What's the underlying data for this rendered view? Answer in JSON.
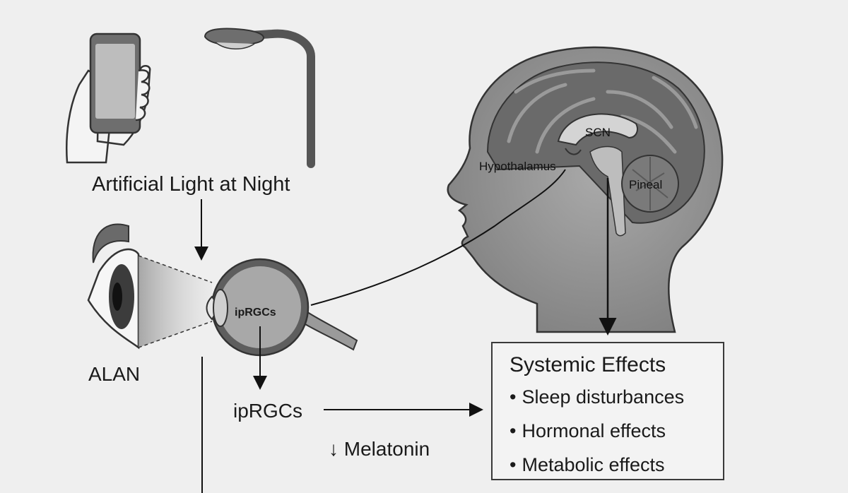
{
  "labels": {
    "light_source": "Artificial Light at Night",
    "alan": "ALAN",
    "eye_cells": "ipRGCs",
    "iprgcs": "ipRGCs",
    "melatonin": "Melatonin",
    "melatonin_arrow": "↓",
    "hypothalamus": "Hypothalamus",
    "scn": "SCN",
    "pineal": "Pineal"
  },
  "effects": {
    "title": "Systemic Effects",
    "items": [
      "Sleep disturbances",
      "Hormonal effects",
      "Metabolic effects"
    ]
  },
  "icons": {
    "phone": "smartphone-icon",
    "streetlight": "streetlight-icon",
    "eye": "eye-icon",
    "eyeball": "eyeball-cross-section-icon",
    "head": "head-brain-icon"
  },
  "colors": {
    "background": "#efefef",
    "ink": "#1a1a1a",
    "gray_fill": "#8a8a8a",
    "dark_fill": "#5a5a5a"
  }
}
